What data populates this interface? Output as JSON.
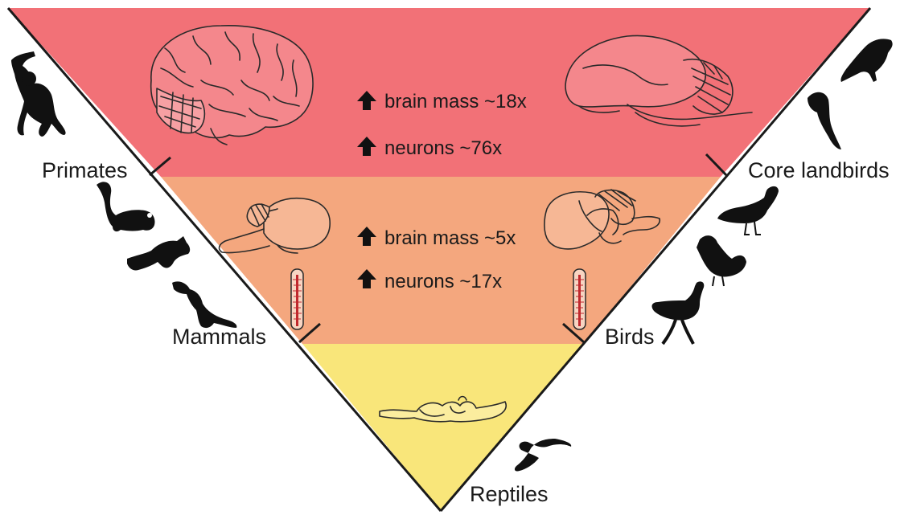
{
  "colors": {
    "top_band": "#f27177",
    "middle_band": "#f4a77e",
    "bottom_band": "#f9e67a",
    "outline": "#1a1a1a",
    "silhouette": "#111111",
    "thermometer": "#c0282d"
  },
  "labels": {
    "primates": "Primates",
    "mammals": "Mammals",
    "core_landbirds": "Core landbirds",
    "birds": "Birds",
    "reptiles": "Reptiles"
  },
  "top_band": {
    "brain_mass": "brain mass ~18x",
    "neurons": "neurons ~76x"
  },
  "middle_band": {
    "brain_mass": "brain mass  ~5x",
    "neurons": "neurons ~17x"
  },
  "icons": [
    "up-arrow-icon",
    "thermometer-icon",
    "human-brain-icon",
    "corvid-brain-icon",
    "mammal-brain-icon",
    "bird-brain-icon",
    "reptile-brain-icon",
    "monkey-icon",
    "rat-icon",
    "fox-icon",
    "kangaroo-icon",
    "crow-icon",
    "parrot-icon",
    "goose-icon",
    "rooster-icon",
    "ostrich-icon",
    "lizard-icon"
  ]
}
